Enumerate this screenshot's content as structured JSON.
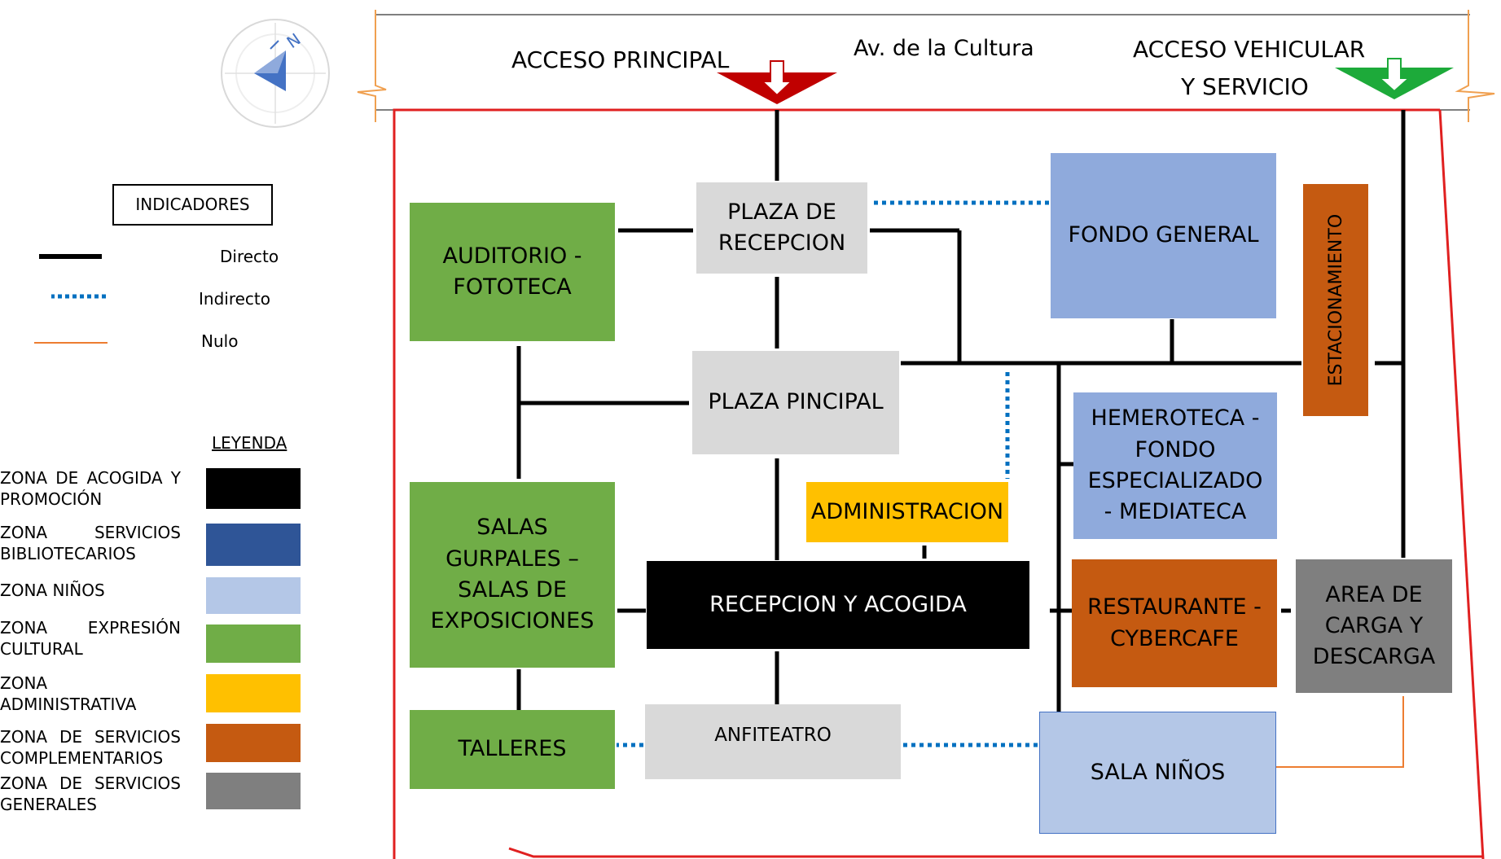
{
  "top": {
    "access_vehicle_line1": "ACCESO VEHICULAR",
    "access_vehicle_line2": "Y SERVICIO",
    "avenue": "Av. de la Cultura",
    "access_main": "ACCESO PRINCIPAL",
    "compass_letter": "N"
  },
  "nodes": {
    "estacionamiento": "ESTACIONAMIENTO",
    "fondo_general": "FONDO GENERAL",
    "plaza_recepcion": "PLAZA DE RECEPCION",
    "auditorio": "AUDITORIO - FOTOTECA",
    "plaza_principal": "PLAZA PINCIPAL",
    "hemeroteca": "HEMEROTECA - FONDO ESPECIALIZADO - MEDIATECA",
    "administracion": "ADMINISTRACION",
    "salas": "SALAS GURPALES – SALAS DE EXPOSICIONES",
    "area_carga": "AREA DE CARGA Y DESCARGA",
    "restaurante": "RESTAURANTE - CYBERCAFE",
    "recepcion": "RECEPCION Y ACOGIDA",
    "sala_ninos": "SALA NIÑOS",
    "anfiteatro": "ANFITEATRO",
    "talleres": "TALLERES"
  },
  "indicadores": {
    "title": "INDICADORES",
    "items": [
      {
        "label": "Directo",
        "style": "solid",
        "color": "#000000"
      },
      {
        "label": "Indirecto",
        "style": "dotted",
        "color": "#0070C0"
      },
      {
        "label": "Nulo",
        "style": "thin",
        "color": "#ED7D31"
      }
    ]
  },
  "leyenda": {
    "title": "LEYENDA",
    "items": [
      {
        "label": "ZONA DE ACOGIDA Y PROMOCIÓN",
        "color": "#000000"
      },
      {
        "label": "ZONA SERVICIOS BIBLIOTECARIOS",
        "color": "#2F5597"
      },
      {
        "label": "ZONA NIÑOS",
        "color": "#B4C7E7"
      },
      {
        "label": "ZONA EXPRESIÓN CULTURAL",
        "color": "#70AD47"
      },
      {
        "label": "ZONA ADMINISTRATIVA",
        "color": "#FFC000"
      },
      {
        "label": "ZONA DE SERVICIOS COMPLEMENTARIOS",
        "color": "#C55A11"
      },
      {
        "label": "ZONA DE SERVICIOS GENERALES",
        "color": "#7F7F7F"
      }
    ]
  },
  "colors": {
    "site_boundary": "#E02020",
    "vehicular_arrow": "#1DAA3A",
    "main_arrow": "#C00000",
    "street_edge": "#F0A050",
    "light_blue": "#8FAADC",
    "pale_blue": "#B4C7E7",
    "gray": "#D9D9D9",
    "green": "#70AD47",
    "orange": "#C55A11",
    "yellow": "#FFC000",
    "dark_gray": "#7F7F7F"
  }
}
